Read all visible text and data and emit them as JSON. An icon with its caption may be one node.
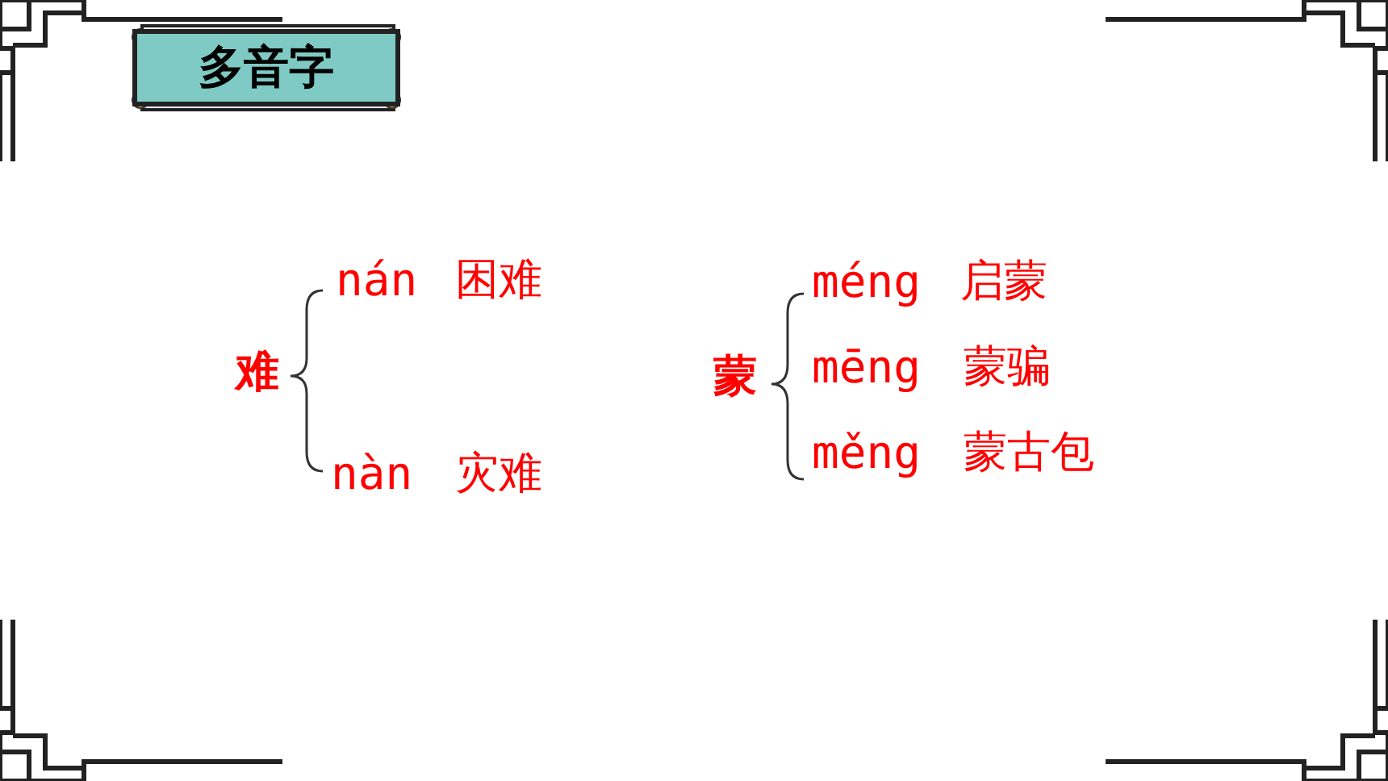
{
  "diagram": {
    "title": "多音字",
    "labels": [
      "难",
      "nán",
      "困难",
      "nàn",
      "灾难",
      "蒙",
      "méng",
      "启蒙",
      "mēng",
      "蒙骗",
      "měng",
      "蒙古包"
    ]
  }
}
